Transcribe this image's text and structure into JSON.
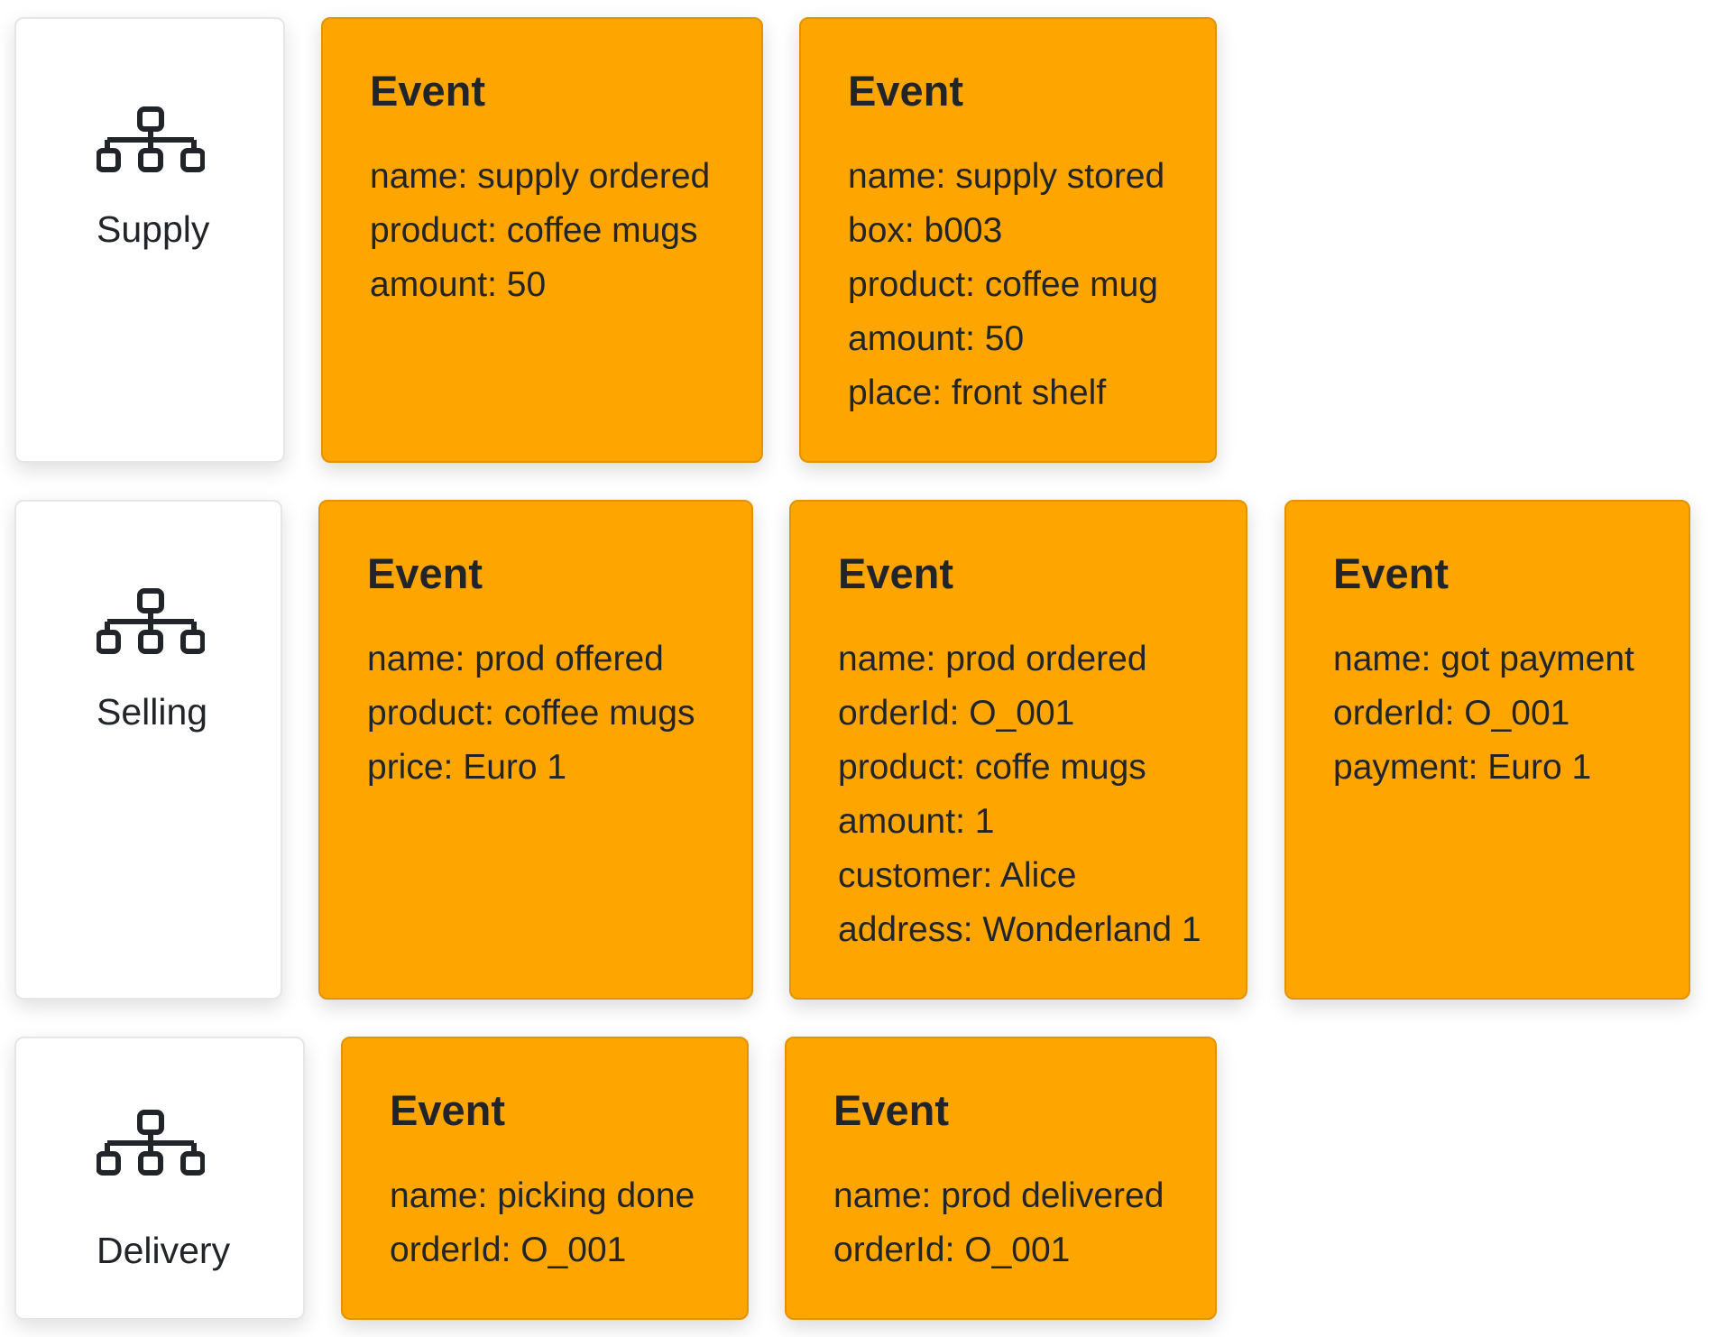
{
  "lanes": [
    {
      "label": "Supply",
      "icon": "sitemap-icon",
      "events": [
        {
          "title": "Event",
          "fields": [
            "name: supply ordered",
            "product: coffee mugs",
            "amount: 50"
          ]
        },
        {
          "title": "Event",
          "fields": [
            "name: supply stored",
            "box: b003",
            "product: coffee mug",
            "amount: 50",
            "place: front shelf"
          ]
        }
      ]
    },
    {
      "label": "Selling",
      "icon": "sitemap-icon",
      "events": [
        {
          "title": "Event",
          "fields": [
            "name: prod offered",
            "product: coffee mugs",
            "price: Euro 1"
          ]
        },
        {
          "title": "Event",
          "fields": [
            "name: prod ordered",
            "orderId: O_001",
            "product: coffe mugs",
            "amount: 1",
            "customer: Alice",
            "address: Wonderland 1"
          ]
        },
        {
          "title": "Event",
          "fields": [
            "name: got payment",
            "orderId: O_001",
            "payment: Euro 1"
          ]
        }
      ]
    },
    {
      "label": "Delivery",
      "icon": "sitemap-icon",
      "events": [
        {
          "title": "Event",
          "fields": [
            "name: picking done",
            "orderId: O_001"
          ]
        },
        {
          "title": "Event",
          "fields": [
            "name: prod delivered",
            "orderId: O_001"
          ]
        }
      ]
    }
  ],
  "colors": {
    "event_card": "#ffa500",
    "event_border": "#e29300",
    "text": "#212529",
    "lane_card": "#ffffff"
  }
}
